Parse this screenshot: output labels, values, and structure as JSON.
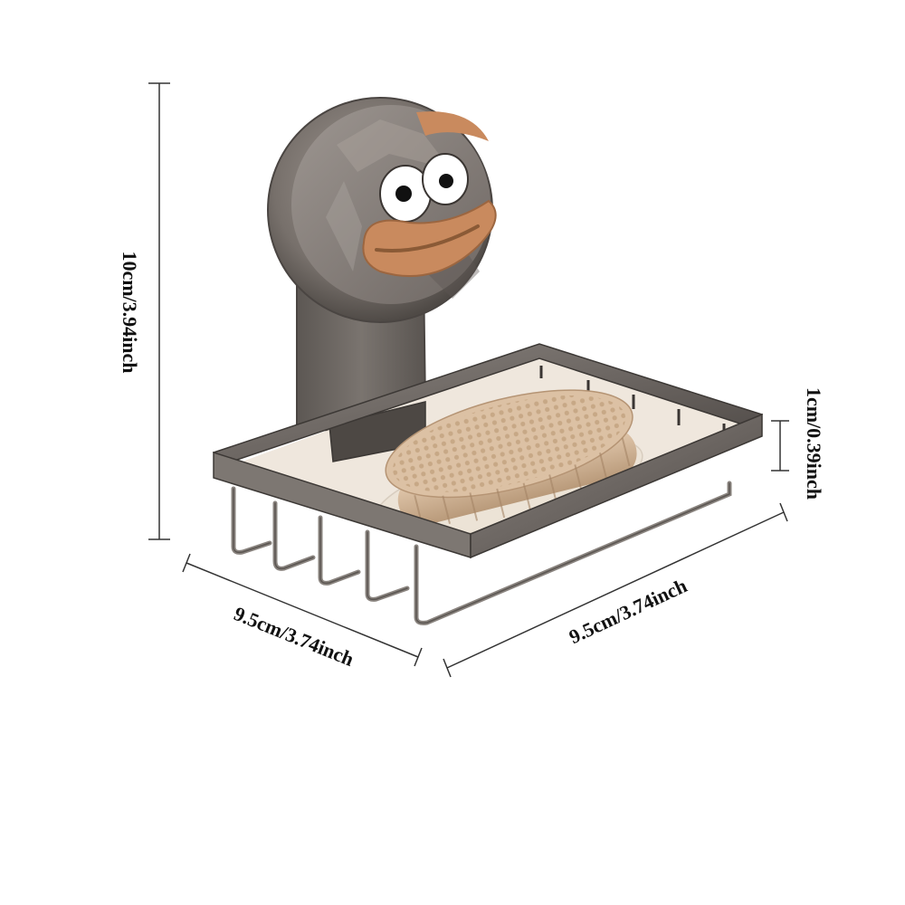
{
  "product": {
    "name_visible": false
  },
  "dimensions": {
    "height_label": "10cm/3.94inch",
    "depth_label": "1cm/0.39inch",
    "left_width_label": "9.5cm/3.74inch",
    "right_width_label": "9.5cm/3.74inch"
  },
  "colors": {
    "frame_metal": "#6f6a66",
    "frame_dark": "#4a4542",
    "disc_ring": "#7b7470",
    "face_orange": "#c98a5e",
    "brush_bristle": "#d8b99a",
    "soap_cream": "#ece3d6",
    "dimension_line": "#333333"
  }
}
